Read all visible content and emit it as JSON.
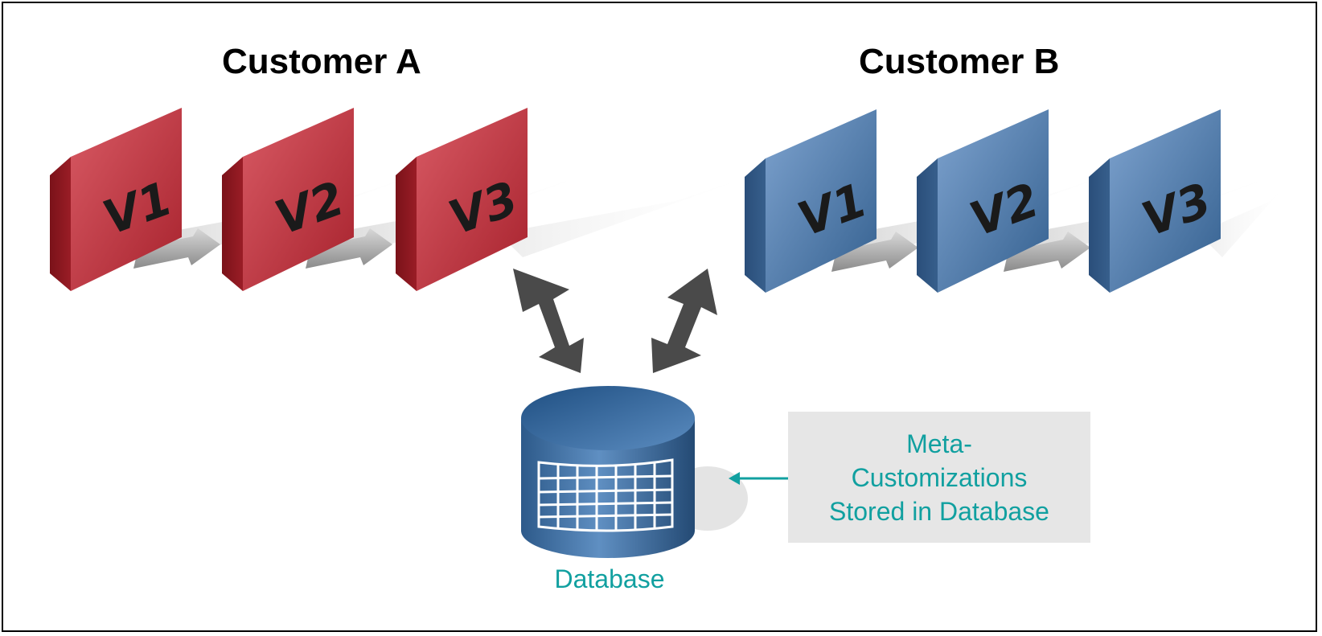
{
  "customers": [
    {
      "title": "Customer A",
      "color": "#b8353f",
      "versions": [
        "V1",
        "V2",
        "V3"
      ]
    },
    {
      "title": "Customer B",
      "color": "#3f6fa6",
      "versions": [
        "V1",
        "V2",
        "V3"
      ]
    }
  ],
  "database": {
    "label": "Database"
  },
  "note": {
    "lines": [
      "Meta-",
      "Customizations",
      "Stored in Database"
    ]
  },
  "colors": {
    "note_text": "#11a0a0",
    "note_bg": "#e6e6e6",
    "arrow": "#555555"
  }
}
